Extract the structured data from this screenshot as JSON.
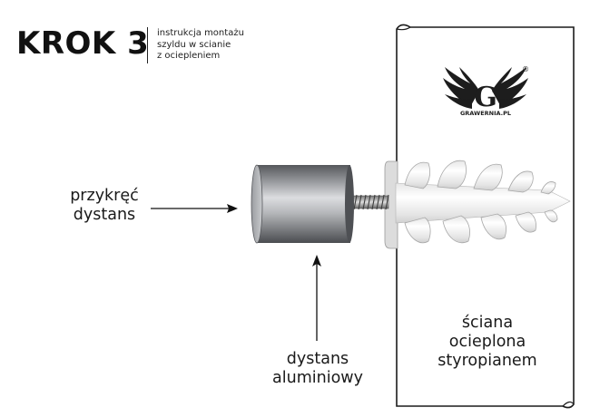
{
  "header": {
    "step_title": "KROK 3",
    "description_lines": [
      "instrukcja montażu",
      "szyldu w scianie",
      "z ociepleniem"
    ]
  },
  "labels": {
    "screw_instruction": [
      "przykręć",
      "dystans"
    ],
    "spacer": [
      "dystans",
      "aluminiowy"
    ],
    "wall": [
      "ściana",
      "ocieplona",
      "styropianem"
    ]
  },
  "logo": {
    "letter": "G",
    "brand": "GRAWERNIA.PL",
    "registered_mark": "®"
  },
  "colors": {
    "outline": "#222222",
    "dowel": "#f2f2f2",
    "spacer_dark": "#6d6f73",
    "spacer_light": "#d9dadc"
  }
}
